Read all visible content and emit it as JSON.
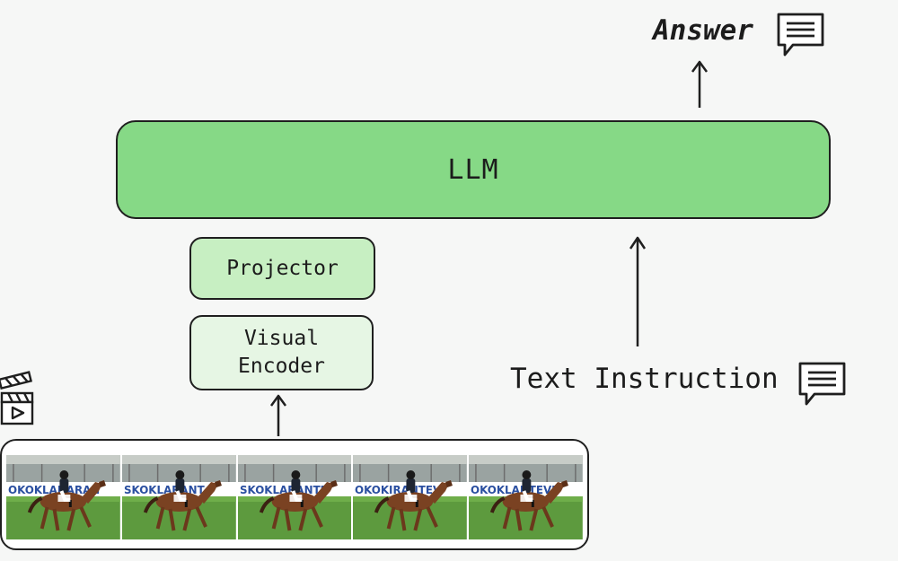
{
  "answer": {
    "label": "Answer"
  },
  "llm": {
    "label": "LLM"
  },
  "projector": {
    "label": "Projector"
  },
  "visual_encoder": {
    "line1": "Visual",
    "line2": "Encoder"
  },
  "text_instruction": {
    "label": "Text Instruction"
  },
  "video_frames": [
    {
      "banner": "OKOKLANARAN"
    },
    {
      "banner": "SKOKLARANT"
    },
    {
      "banner": "SKOKLARANTE"
    },
    {
      "banner": "OKOKIRANTEV"
    },
    {
      "banner": "OKOKLANTEVE"
    }
  ],
  "colors": {
    "llm_fill": "#86d986",
    "projector_fill": "#c7efc2",
    "encoder_fill": "#e6f6e4",
    "stroke": "#1f1f1f"
  },
  "icons": [
    "chat-bubble-icon",
    "clapperboard-icon",
    "horse-rider-frame"
  ]
}
